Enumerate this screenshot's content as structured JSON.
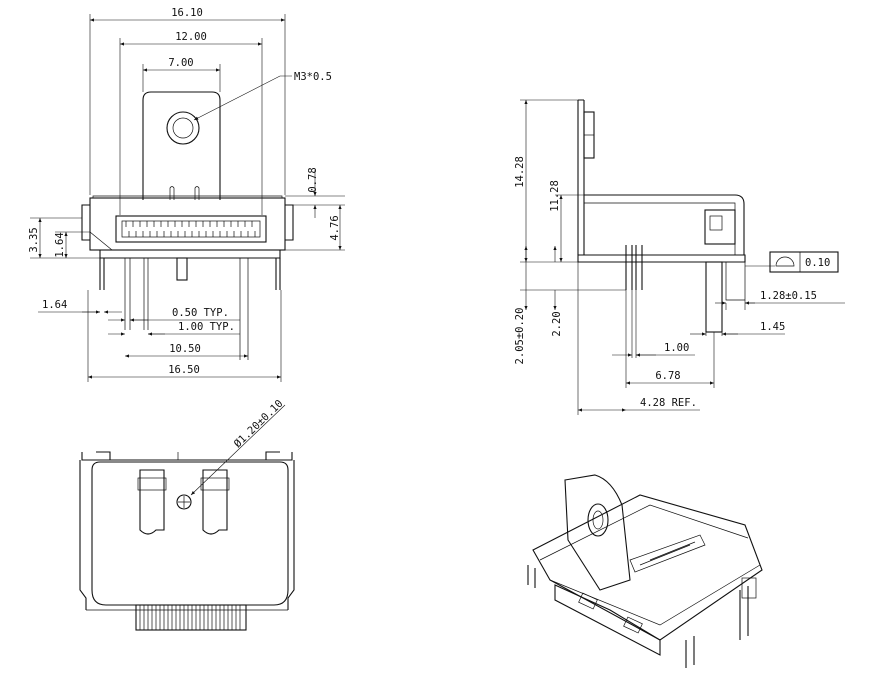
{
  "front_view": {
    "dims": {
      "overall_top": "16.10",
      "inner_top": "12.00",
      "bracket_width": "7.00",
      "thread": "M3*0.5",
      "shell_step": "0.78",
      "body_height": "4.76",
      "left_height": "3.35",
      "left_inner": "1.64",
      "left_offset": "1.64",
      "pitch": "0.50 TYP.",
      "pin_spacing": "1.00 TYP.",
      "pin_span": "10.50",
      "overall_bottom": "16.50"
    }
  },
  "side_view": {
    "dims": {
      "total_height": "14.28",
      "upper_height": "11.28",
      "flatness": "0.10",
      "tail_height": "2.05±0.20",
      "tail_inner": "2.20",
      "tab_width": "1.28±0.15",
      "tab_offset": "1.45",
      "pin_offset": "1.00",
      "pin_span": "6.78",
      "ref_span": "4.28 REF."
    }
  },
  "bottom_view": {
    "dims": {
      "hole": "Ø1.20±0.10"
    }
  }
}
